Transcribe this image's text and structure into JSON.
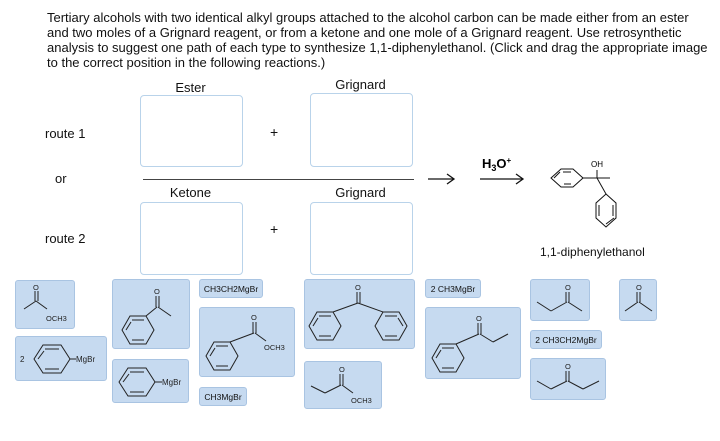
{
  "question": "Tertiary alcohols with two identical alkyl groups attached to the alcohol carbon can be made either from an ester and two moles of a Grignard reagent, or from a ketone and one mole of a Grignard reagent. Use retrosynthetic analysis to suggest one path of each type to synthesize 1,1-diphenylethanol. (Click and drag the appropriate image to the correct position in the following reactions.)",
  "headers": {
    "ester": "Ester",
    "grignard1": "Grignard",
    "ketone": "Ketone",
    "grignard2": "Grignard"
  },
  "routes": {
    "route1": "route 1",
    "or": "or",
    "route2": "route 2"
  },
  "plus": "+",
  "reagent": {
    "main": "H",
    "sub": "3",
    "o": "O",
    "sup": "+"
  },
  "product": {
    "name": "1,1-diphenylethanol",
    "oh": "OH"
  },
  "tiles": {
    "t_ome1": "OCH3",
    "t_phmgbr_prefix": "2",
    "t_phmgbr": "MgBr",
    "t_etmgbr": "CH3CH2MgBr",
    "t_benzoate_ome": "OCH3",
    "t_phmgbr2": "MgBr",
    "t_memgbr": "CH3MgBr",
    "t_propanoate_ome": "OCH3",
    "t_2memgbr": "2 CH3MgBr",
    "t_2etmgbr": "2 CH3CH2MgBr"
  },
  "colors": {
    "tile_bg": "#c6daf0",
    "tile_border": "#a9c4e2",
    "zone_border": "#b9d3ea"
  }
}
